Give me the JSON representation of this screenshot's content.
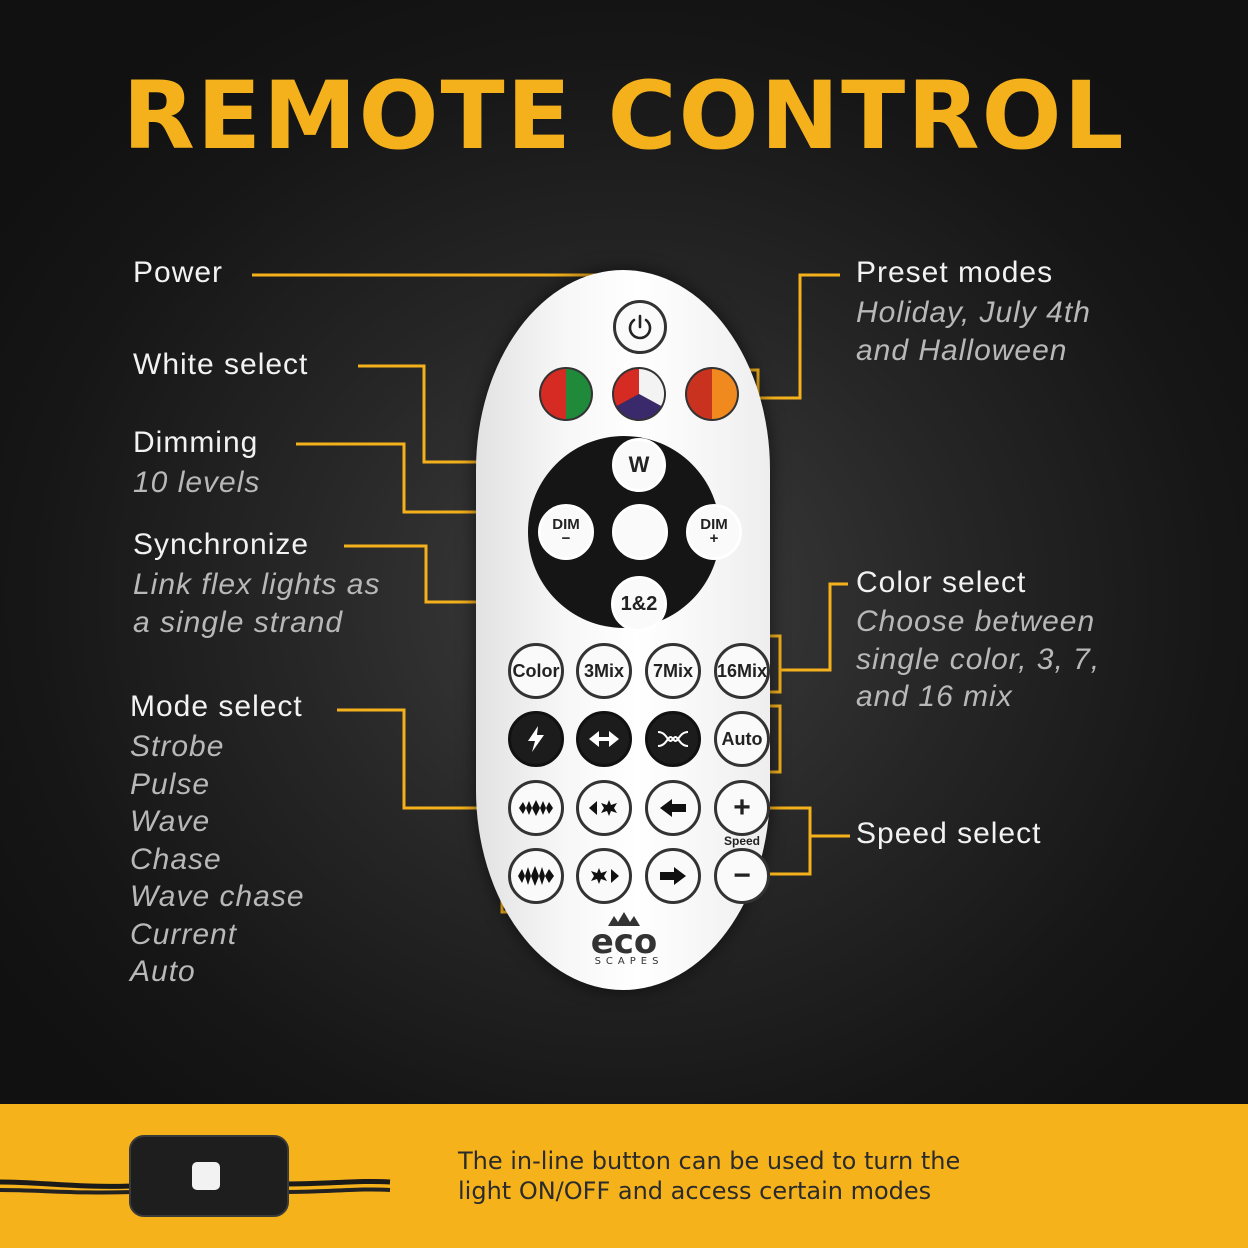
{
  "title": "REMOTE CONTROL",
  "labels": {
    "power": "Power",
    "white_select": "White select",
    "dimming": "Dimming",
    "dimming_sub": "10 levels",
    "synchronize": "Synchronize",
    "synchronize_sub": [
      "Link flex lights as",
      "a single strand"
    ],
    "mode_select": "Mode select",
    "mode_select_sub": [
      "Strobe",
      "Pulse",
      "Wave",
      "Chase",
      "Wave chase",
      "Current",
      "Auto"
    ],
    "preset_modes": "Preset modes",
    "preset_modes_sub": [
      "Holiday, July 4th",
      "and Halloween"
    ],
    "color_select": "Color select",
    "color_select_sub": [
      "Choose between",
      "single color, 3, 7,",
      "and 16 mix"
    ],
    "speed_select": "Speed select"
  },
  "remote": {
    "white_btn": "W",
    "dim_minus": "DIM",
    "dim_minus_sign": "−",
    "dim_plus": "DIM",
    "dim_plus_sign": "+",
    "sync_btn": "1&2",
    "color_buttons": [
      "Color",
      "3Mix",
      "7Mix",
      "16Mix"
    ],
    "auto_btn": "Auto",
    "speed_label": "Speed",
    "speed_plus": "+",
    "speed_minus": "−",
    "brand": "eco",
    "brand_sub": "SCAPES"
  },
  "bottom": {
    "text_line1": "The in-line button can be used to turn the",
    "text_line2": "light ON/OFF and access certain modes"
  },
  "colors": {
    "accent": "#f5b11c",
    "banner": "#f6b21b"
  }
}
